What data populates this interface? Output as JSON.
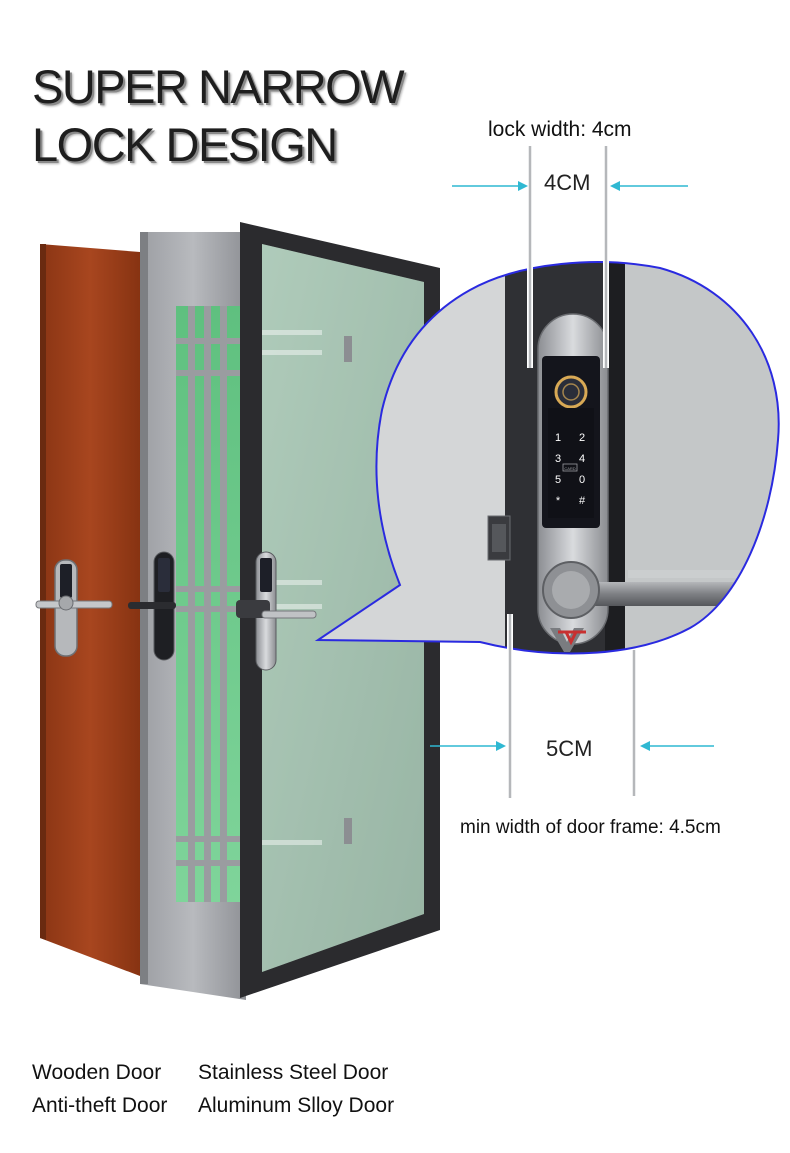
{
  "headline": {
    "line1": "SUPER NARROW",
    "line2": "LOCK DESIGN"
  },
  "lock_width_label": "lock width: 4cm",
  "lock_dim_label": "4CM",
  "frame_dim_label": "5CM",
  "frame_width_label": "min width of door  frame: 4.5cm",
  "keypad": {
    "keys": [
      "1",
      "2",
      "3",
      "4",
      "5",
      "0",
      "*",
      "#"
    ],
    "card_label": "CARD"
  },
  "brand": "WAFU",
  "door_types": {
    "row1": [
      "Wooden Door",
      "Stainless Steel Door"
    ],
    "row2": [
      "Anti-theft Door",
      "Aluminum Slloy Door"
    ]
  },
  "colors": {
    "callout_outline": "#2a2ae0",
    "dimension_arrow": "#2fb8d2",
    "wood": "#9b3f1c",
    "frame_dark": "#2b2b2e",
    "glass_green": "#69c98a"
  }
}
